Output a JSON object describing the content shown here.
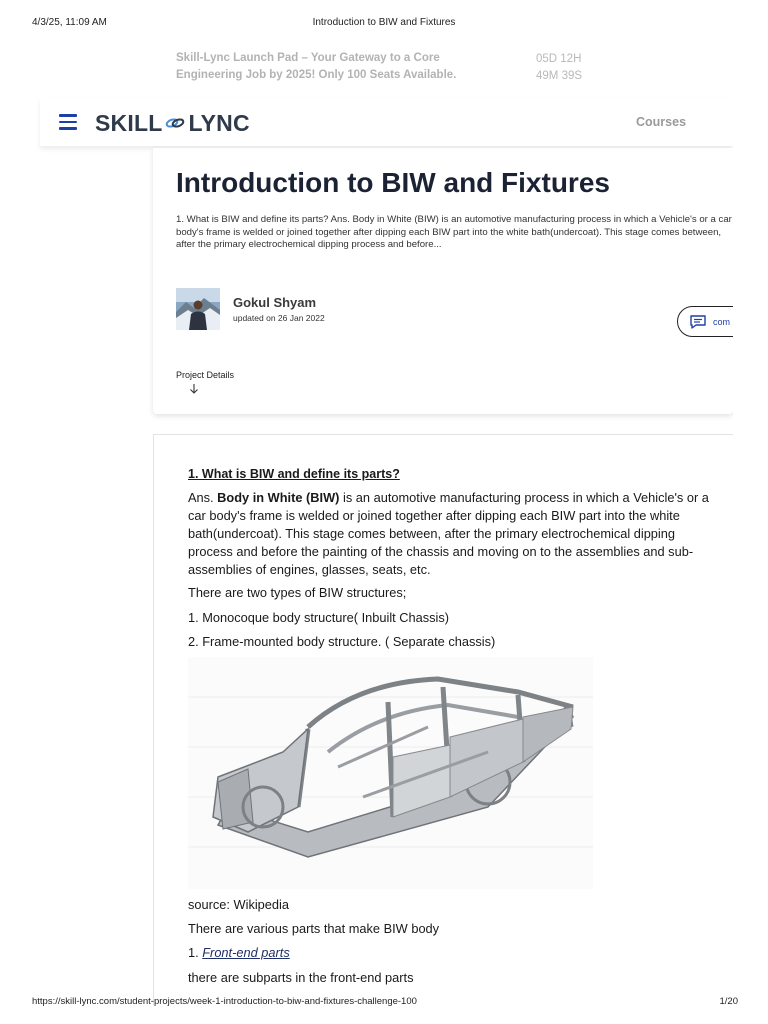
{
  "print_header": {
    "date": "4/3/25, 11:09 AM",
    "title": "Introduction to BIW and Fixtures"
  },
  "print_footer": {
    "url": "https://skill-lync.com/student-projects/week-1-introduction-to-biw-and-fixtures-challenge-100",
    "page": "1/20"
  },
  "banner": {
    "text": "Skill-Lync Launch Pad – Your Gateway to a Core Engineering Job by 2025! Only 100 Seats Available.",
    "timer_line1": "05D 12H",
    "timer_line2": "49M 39S"
  },
  "navbar": {
    "logo_left": "SKILL",
    "logo_right": "LYNC",
    "courses": "Courses",
    "menu_icon": "hamburger-menu-icon"
  },
  "hero": {
    "title": "Introduction to BIW and Fixtures",
    "summary": "1. What is BIW and define its parts? Ans. Body in White (BIW) is an automotive manufacturing process in which a Vehicle's or a car body's frame is welded or joined together after dipping each BIW part into the white bath(undercoat). This stage comes between, after the primary electrochemical dipping process and before...",
    "author": {
      "name": "Gokul Shyam",
      "updated": "updated on 26 Jan 2022"
    },
    "comment_label": "com",
    "comment_icon": "comment-icon",
    "project_details": "Project Details",
    "arrow_icon": "arrow-down-icon"
  },
  "content": {
    "heading": "1. What is BIW and define its parts?",
    "ans_prefix": "Ans. ",
    "ans_bold": "Body in White (BIW)",
    "ans_line1_rest": " is an automotive manufacturing process in which a Vehicle's or a",
    "ans_line2": "car body's frame is welded or joined together after dipping each BIW part into the white",
    "ans_line3": "bath(undercoat). This stage comes between, after the primary electrochemical dipping",
    "ans_line4": "process and before the painting of the chassis and moving on to the assemblies and sub-",
    "ans_line5": "assemblies of engines, glasses, seats, etc.",
    "types_intro": "There are two types of BIW structures;",
    "type1": "1. Monocoque body structure( Inbuilt Chassis)",
    "type2": "2. Frame-mounted body structure. ( Separate chassis)",
    "source": "source: Wikipedia",
    "parts_intro": "There are various parts that make BIW body",
    "part1_num": "1. ",
    "part1_link": "Front-end parts",
    "subparts": "there are subparts in the front-end parts"
  },
  "colors": {
    "brand_blue": "#1f3fa8",
    "title_dark": "#1a2233",
    "banner_gray": "#b3b3b3"
  }
}
